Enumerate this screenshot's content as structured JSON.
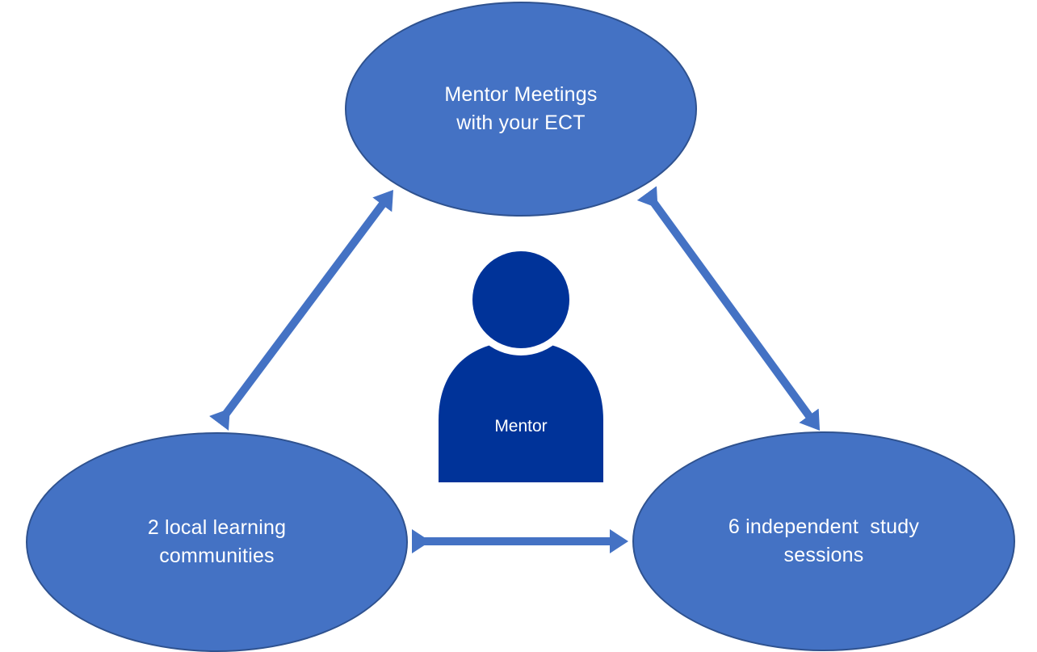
{
  "colors": {
    "ellipse_fill": "#4472C4",
    "ellipse_border": "#2F528F",
    "arrow": "#4472C4",
    "person": "#003399",
    "text_color": "#FFFFFF",
    "bg": "#FFFFFF"
  },
  "nodes": [
    {
      "id": "mentor-meetings",
      "lines": [
        "Mentor Meetings",
        "with your ECT"
      ]
    },
    {
      "id": "local-learning",
      "lines": [
        "2 local learning",
        "communities"
      ]
    },
    {
      "id": "independent-study",
      "lines": [
        "6 independent  study",
        "sessions"
      ]
    }
  ],
  "center": {
    "label": "Mentor"
  },
  "connectors": [
    {
      "from": "local-learning",
      "to": "mentor-meetings",
      "style": "double-arrow"
    },
    {
      "from": "mentor-meetings",
      "to": "independent-study",
      "style": "double-arrow"
    },
    {
      "from": "local-learning",
      "to": "independent-study",
      "style": "double-arrow"
    }
  ]
}
